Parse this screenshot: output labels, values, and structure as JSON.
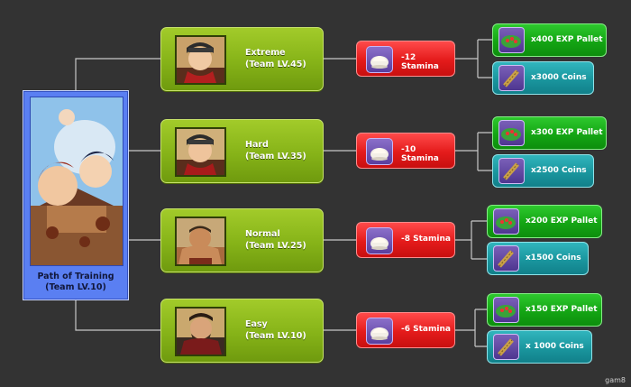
{
  "root": {
    "line1": "Path of Training",
    "line2": "(Team LV.10)"
  },
  "tiers": [
    {
      "name": "Extreme",
      "level": "(Team LV.45)",
      "stamina": "-12 Stamina",
      "exp": "x400 EXP Pallet",
      "coins": "x3000 Coins"
    },
    {
      "name": "Hard",
      "level": "(Team LV.35)",
      "stamina": "-10 Stamina",
      "exp": "x300 EXP Pallet",
      "coins": "x2500 Coins"
    },
    {
      "name": "Normal",
      "level": "(Team LV.25)",
      "stamina": "-8 Stamina",
      "exp": "x200 EXP Pallet",
      "coins": "x1500 Coins"
    },
    {
      "name": "Easy",
      "level": "(Team LV.10)",
      "stamina": "-6 Stamina",
      "exp": "x150 EXP Pallet",
      "coins": "x 1000 Coins"
    }
  ],
  "watermark": "gam8",
  "colors": {
    "background": "#333333",
    "root": "#5a7ff2",
    "tier": "#86b318",
    "stamina": "#e41b1b",
    "exp": "#14a514",
    "coins": "#1a969e"
  },
  "icons": {
    "stamina": "steamed-bun-icon",
    "exp": "exp-pallet-icon",
    "coins": "coin-stack-icon"
  }
}
